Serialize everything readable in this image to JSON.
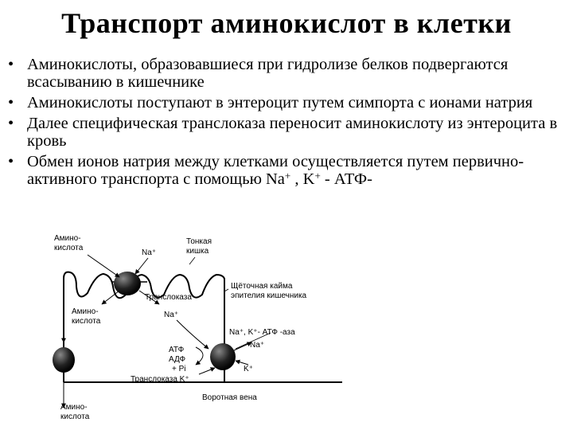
{
  "slide": {
    "title": "Транспорт аминокислот в клетки",
    "bullet_char": "•",
    "bullets": [
      {
        "text": "Аминокислоты, образовавшиеся при гидролизе белков подвергаются всасыванию в кишечнике"
      },
      {
        "text": "Аминокислоты поступают в энтероцит путем симпорта  с ионами натрия"
      },
      {
        "text": "Далее специфическая транслоказа переносит аминокислоту из энтероцита в кровь"
      },
      {
        "text_before": "Обмен ионов натрия между клетками осуществляется путем первично-активного транспорта с помощью Na",
        "sup1": "+",
        "text_middle": " , K",
        "sup2": "+",
        "text_after": " - АТФ-"
      }
    ]
  },
  "diagram": {
    "label_amino_top": "Амино-",
    "label_kislota_top": "кислота",
    "label_na_top": "Na⁺",
    "label_tonkaya": "Тонкая",
    "label_kishka": "кишка",
    "label_brush1": "Щёточная кайма",
    "label_brush2": "эпителия кишечника",
    "label_amino_mid": "Амино-",
    "label_kislota_mid": "кислота",
    "label_translokaza_mid": "Транслоказа",
    "label_na_mid": "Na⁺",
    "label_atpase": "Na⁺, K⁺- АТФ -аза",
    "label_na_right": "Na⁺",
    "label_atf": "АТФ",
    "label_adf": "АДФ",
    "label_pi": "+ Pi",
    "label_k_right": "K⁺",
    "label_translokaza_bottom": "Транслоказа K⁺",
    "label_portal": "Воротная вена",
    "label_amino_bottom": "Амино-",
    "label_kislota_bottom": "кислота"
  }
}
